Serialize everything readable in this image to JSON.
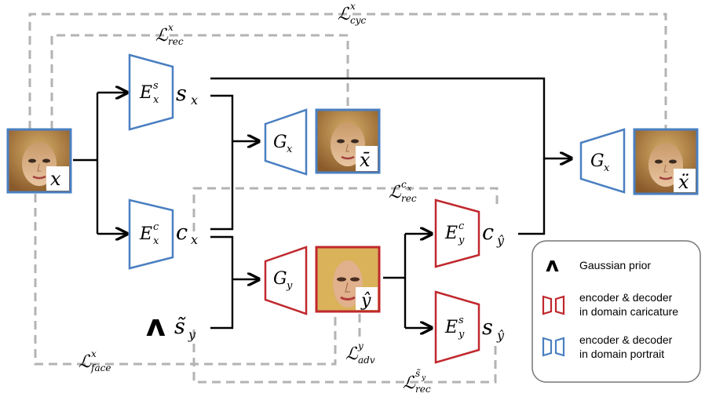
{
  "losses": {
    "cyc": {
      "main": "ℒ",
      "sub": "cyc",
      "sup": "x"
    },
    "rec_x": {
      "main": "ℒ",
      "sub": "rec",
      "sup": "x"
    },
    "rec_cx": {
      "main": "ℒ",
      "sub": "rec",
      "sup": "c",
      "supsub": "x"
    },
    "face": {
      "main": "ℒ",
      "sub": "face",
      "sup": "x"
    },
    "adv": {
      "main": "ℒ",
      "sub": "adv",
      "sup": "y"
    },
    "rec_sy": {
      "main": "ℒ",
      "sub": "rec",
      "sup": "s̃",
      "supsub": "y"
    }
  },
  "modules": {
    "enc_style_x": {
      "main": "E",
      "sub": "x",
      "sup": "s"
    },
    "enc_content_x": {
      "main": "E",
      "sub": "x",
      "sup": "c"
    },
    "gen_x_top": {
      "main": "G",
      "sub": "x"
    },
    "gen_y": {
      "main": "G",
      "sub": "y"
    },
    "enc_content_y": {
      "main": "E",
      "sub": "y",
      "sup": "c"
    },
    "enc_style_y": {
      "main": "E",
      "sub": "y",
      "sup": "s"
    },
    "gen_x_right": {
      "main": "G",
      "sub": "x"
    }
  },
  "codes": {
    "s_x": {
      "main": "s",
      "sub": "x"
    },
    "c_x": {
      "main": "c",
      "sub": "x"
    },
    "s_tilde_y": {
      "main": "s̃",
      "sub": "y"
    },
    "c_yhat": {
      "main": "c",
      "sub": "ŷ"
    },
    "s_yhat": {
      "main": "s",
      "sub": "ŷ"
    }
  },
  "images": {
    "input": "x",
    "recon": "x̄",
    "caricature": "ŷ",
    "cycle": "ẍ"
  },
  "prior_symbol": "ʌ",
  "legend": {
    "prior": "Gaussian prior",
    "caricature_line1": "encoder & decoder",
    "caricature_line2": "in domain caricature",
    "portrait_line1": "encoder & decoder",
    "portrait_line2": "in domain portrait"
  },
  "colors": {
    "portrait": "#4a7fc1",
    "caricature": "#c0282d",
    "dashed_loss": "#b3b3b3"
  }
}
